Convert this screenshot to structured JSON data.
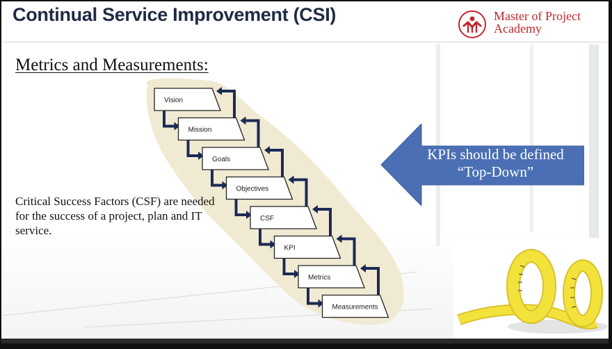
{
  "header": {
    "title": "Continual Service Improvement (CSI)",
    "logo": {
      "line1": "Master of Project",
      "line2": "Academy",
      "color": "#c0282d"
    }
  },
  "content": {
    "subtitle": "Metrics and Measurements:",
    "csf_text": "Critical Success Factors (CSF) are needed for the success of a project, plan and IT service.",
    "staircase": [
      "Vision",
      "Mission",
      "Goals",
      "Objectives",
      "CSF",
      "KPI",
      "Metrics",
      "Measurements"
    ],
    "kpi_callout": {
      "line1": "KPIs should be defined",
      "line2": "“Top-Down”",
      "color": "#4a6fb4"
    }
  },
  "colors": {
    "title": "#1f2a44",
    "arrow_dark": "#1b2a55",
    "blob": "#f1ead2"
  },
  "images": {
    "tape_measure": "tape-measure-photo"
  }
}
